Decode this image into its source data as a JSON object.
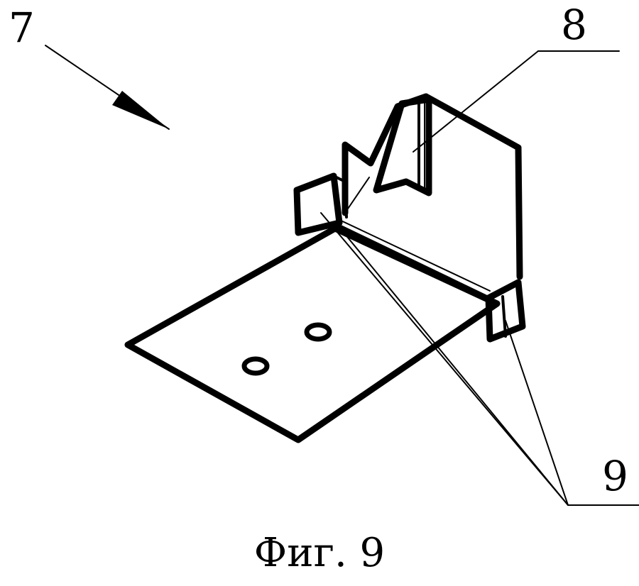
{
  "labels": {
    "ref_7": "7",
    "ref_8": "8",
    "ref_9": "9"
  },
  "caption": "Фиг. 9",
  "colors": {
    "ink": "#000000",
    "paper": "#ffffff"
  }
}
